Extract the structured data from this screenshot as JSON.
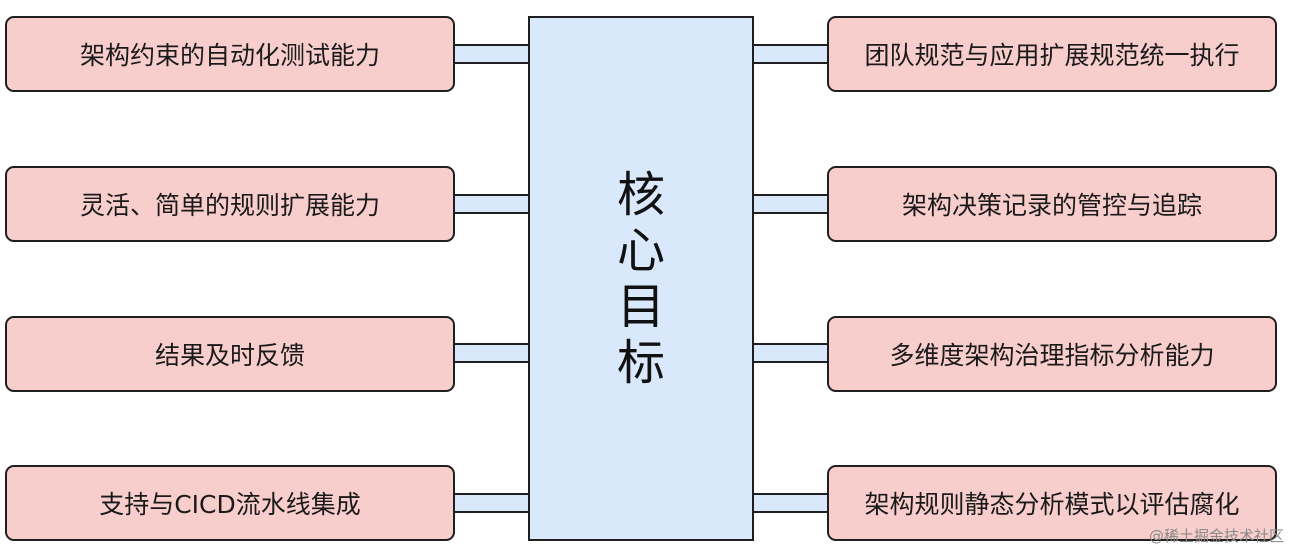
{
  "core": {
    "label": "核心目标"
  },
  "left_goals": [
    "架构约束的自动化测试能力",
    "灵活、简单的规则扩展能力",
    "结果及时反馈",
    "支持与CICD流水线集成"
  ],
  "right_goals": [
    "团队规范与应用扩展规范统一执行",
    "架构决策记录的管控与追踪",
    "多维度架构治理指标分析能力",
    "架构规则静态分析模式以评估腐化"
  ],
  "watermark": "@稀土掘金技术社区",
  "colors": {
    "goal_fill": "#f8cecc",
    "core_fill": "#dae8fc",
    "stroke": "#1f1f1f"
  }
}
